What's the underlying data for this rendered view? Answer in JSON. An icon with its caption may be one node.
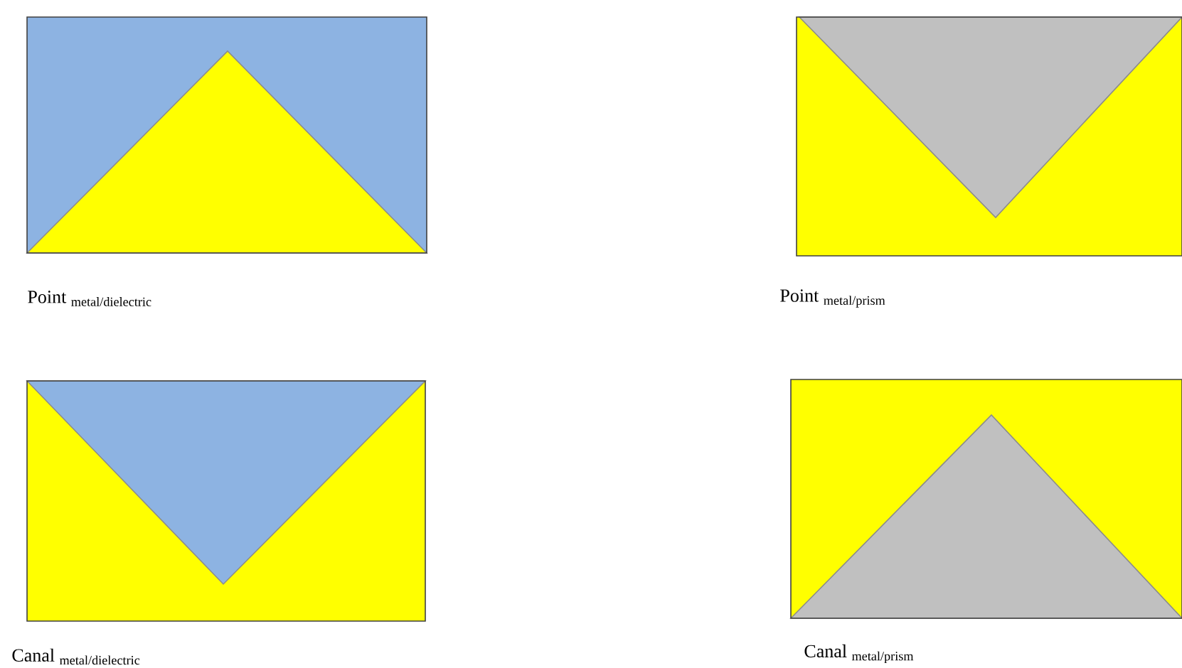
{
  "diagram": {
    "labels": [
      "\\text{Point}\\ _{\\text{metal/dielectric}}",
      "\\text{Point}\\ _{\\text{metal/prism}}",
      "\\text{Canal}\\ _{\\text{metal/dielectric}}",
      "\\text{Canal}\\ _{\\text{metal/prism}}"
    ]
  }
}
